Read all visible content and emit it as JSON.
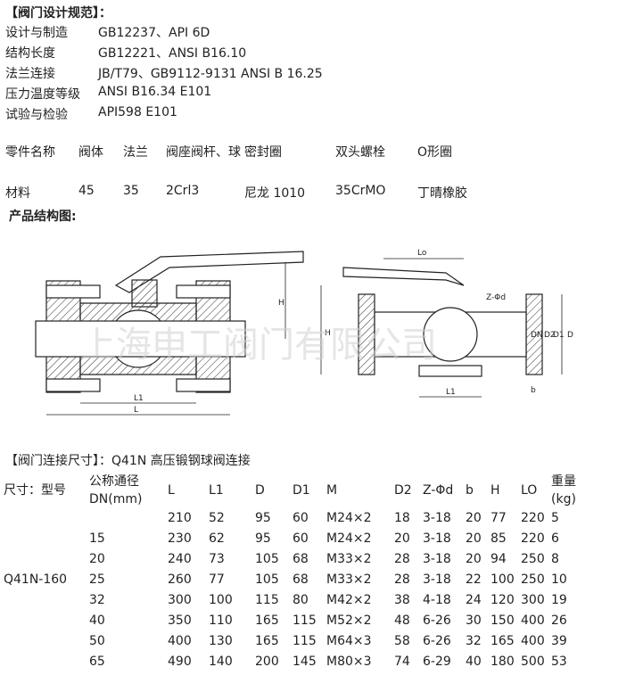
{
  "spec": {
    "title": "【阀门设计规范】：",
    "rows": [
      {
        "k": "设计与制造",
        "v": "GB12237、API 6D"
      },
      {
        "k": "结构长度",
        "v": "GB12221、ANSI B16.10"
      },
      {
        "k": "法兰连接",
        "v": "JB/T79、GB9112-9131 ANSI B 16.25"
      },
      {
        "k": "压力温度等级",
        "v": "ANSI B16.34 E101"
      },
      {
        "k": "试验与检验",
        "v": "API598 E101"
      }
    ]
  },
  "parts": {
    "header": [
      "零件名称",
      "阀体",
      "法兰",
      "阀座阀杆、球",
      "密封圈",
      "双头螺栓",
      "O形圈"
    ],
    "material": [
      "材料",
      "45",
      "35",
      "2Crl3",
      "尼龙 1010",
      "35CrMO",
      "丁晴橡胶"
    ]
  },
  "structure_title": "产品结构图:",
  "drawing": {
    "left_labels": [
      "H",
      "L1",
      "L"
    ],
    "right_labels": [
      "Lo",
      "H",
      "Z-Φd",
      "DN",
      "D2",
      "D1",
      "D",
      "L1",
      "b"
    ],
    "watermark": "上海申工阀门有限公司"
  },
  "dims": {
    "title": "【阀门连接尺寸】：Q41N 高压锻钢球阀连接",
    "size_label": "尺寸：型号",
    "columns": [
      "公称通径 DN(mm)",
      "L",
      "L1",
      "D",
      "D1",
      "M",
      "D2",
      "Z-Φd",
      "b",
      "H",
      "LO",
      "重量(kg)"
    ],
    "model": "Q41N-160",
    "rows": [
      [
        "",
        "210",
        "52",
        "95",
        "60",
        "M24×2",
        "18",
        "3-18",
        "20",
        "77",
        "220",
        "5"
      ],
      [
        "15",
        "230",
        "62",
        "95",
        "60",
        "M24×2",
        "20",
        "3-18",
        "20",
        "85",
        "220",
        "6"
      ],
      [
        "20",
        "240",
        "73",
        "105",
        "68",
        "M33×2",
        "28",
        "3-18",
        "20",
        "94",
        "250",
        "8"
      ],
      [
        "25",
        "260",
        "77",
        "105",
        "68",
        "M33×2",
        "28",
        "3-18",
        "22",
        "100",
        "250",
        "10"
      ],
      [
        "32",
        "300",
        "100",
        "115",
        "80",
        "M42×2",
        "38",
        "4-18",
        "24",
        "120",
        "300",
        "19"
      ],
      [
        "40",
        "350",
        "110",
        "165",
        "115",
        "M52×2",
        "48",
        "6-26",
        "30",
        "150",
        "400",
        "26"
      ],
      [
        "50",
        "400",
        "130",
        "165",
        "115",
        "M64×3",
        "58",
        "6-26",
        "32",
        "165",
        "400",
        "39"
      ],
      [
        "65",
        "490",
        "140",
        "200",
        "145",
        "M80×3",
        "74",
        "6-29",
        "40",
        "180",
        "500",
        "53"
      ]
    ]
  }
}
